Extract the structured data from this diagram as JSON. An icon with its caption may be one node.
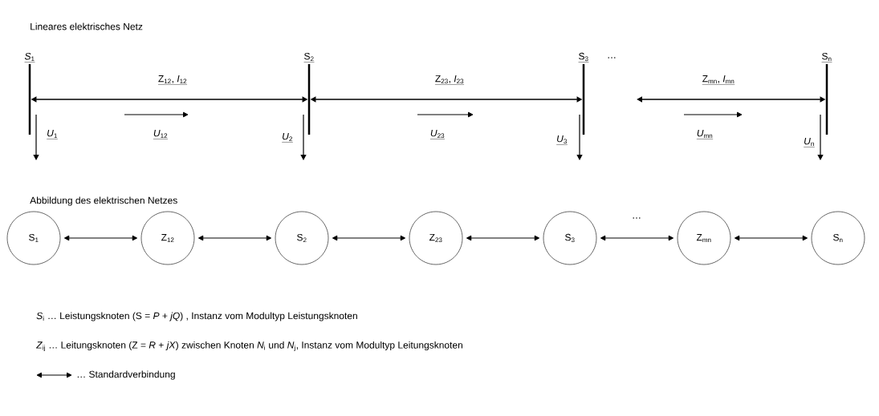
{
  "diagram": {
    "title": "Lineares elektrisches Netz",
    "nodes": [
      {
        "text": [
          "*S*$_{1}$"
        ]
      },
      {
        "text": [
          "S$_{2}$"
        ]
      },
      {
        "text": [
          "S$_{3}$"
        ]
      },
      {
        "text": [
          "S$_{n}$"
        ]
      },
      {
        "text": [
          "S$_{1}$"
        ]
      },
      {
        "text": [
          "Z$_{12}$"
        ]
      },
      {
        "text": [
          "S$_{2}$"
        ]
      },
      {
        "text": [
          "Z$_{23}$"
        ]
      },
      {
        "text": [
          "S$_{3}$"
        ]
      },
      {
        "text": [
          "Z$_{mn}$"
        ]
      },
      {
        "text": [
          "S$_{n}$"
        ]
      }
    ],
    "edges": [
      {
        "from": 0,
        "to": 1,
        "arrow": "both",
        "label": "Z$_{12}$, *I*$_{12}$"
      },
      {
        "from": 1,
        "to": 2,
        "arrow": "both",
        "label": "Z$_{23}$, *I*$_{23}$"
      },
      {
        "from": null,
        "to": 3,
        "arrow": "both",
        "label": "Z$_{mn}$, *I*$_{mn}$"
      },
      {
        "from": 4,
        "to": 5,
        "arrow": "both"
      },
      {
        "from": 5,
        "to": 6,
        "arrow": "both"
      },
      {
        "from": 6,
        "to": 7,
        "arrow": "both"
      },
      {
        "from": 7,
        "to": 8,
        "arrow": "both"
      },
      {
        "from": 8,
        "to": 9,
        "arrow": "both"
      },
      {
        "from": 9,
        "to": 10,
        "arrow": "both"
      }
    ],
    "labels": [
      "*U*$_{12}$",
      "*U*$_{23}$",
      "*U*$_{mn}$",
      "…",
      "*U*$_{1}$",
      "*U*$_{2}$",
      "*U*$_{3}$",
      "*U*$_{n}$",
      "Abbildung des elektrischen Netzes",
      "…",
      "*S*$_{i}$ … Leistungsknoten (S = *P* + *jQ*) , Instanz vom Modultyp Leistungsknoten",
      "*Z*$_{ij}$ … Leitungsknoten (Z = *R* + *jX*) zwischen Knoten *N*$_{i}$ und *N*$_{j}$, Instanz vom Modultyp Leitungsknoten"
    ],
    "legend": [
      {
        "text": "… Standardverbindung"
      }
    ]
  }
}
